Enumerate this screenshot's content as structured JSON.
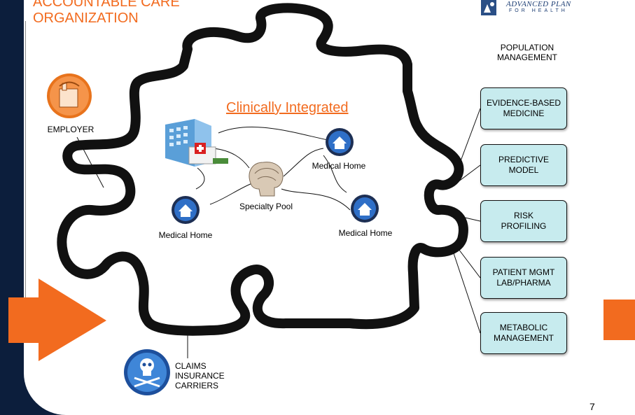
{
  "title": {
    "line1": "ACCOUNTABLE CARE",
    "line2": "ORGANIZATION"
  },
  "logo": {
    "line1": "ADVANCED PLAN",
    "line2": "FOR HEALTH"
  },
  "population_management": {
    "line1": "POPULATION",
    "line2": "MANAGEMENT"
  },
  "boxes": [
    {
      "label": "EVIDENCE-BASED\nMEDICINE"
    },
    {
      "label": "PREDICTIVE\nMODEL"
    },
    {
      "label": "RISK\nPROFILING"
    },
    {
      "label": "PATIENT MGMT\nLAB/PHARMA"
    },
    {
      "label": "METABOLIC\nMANAGEMENT"
    }
  ],
  "clinically_integrated": "Clinically Integrated",
  "employer": "EMPLOYER",
  "specialty_pool": "Specialty Pool",
  "medical_homes": [
    "Medical Home",
    "Medical Home",
    "Medical Home"
  ],
  "claims": {
    "line1": "CLAIMS",
    "line2": "INSURANCE",
    "line3": "CARRIERS"
  },
  "page_number": "7",
  "colors": {
    "accent_orange": "#f26b1f",
    "box_fill": "#c7ebee",
    "frame_navy": "#0c1e3c",
    "icon_blue": "#1f5fb3"
  }
}
